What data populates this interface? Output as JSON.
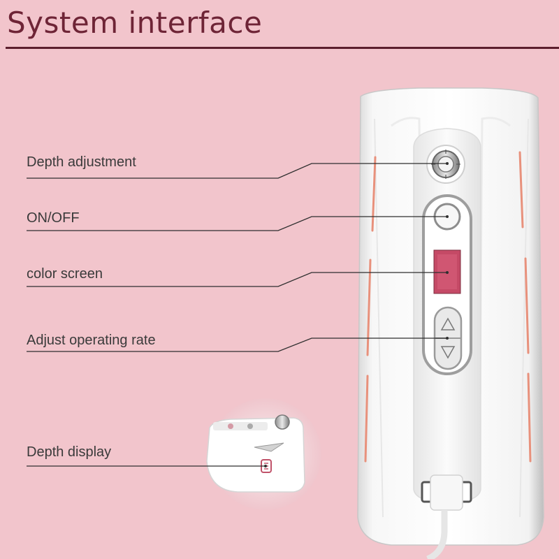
{
  "page": {
    "title": "System interface"
  },
  "callouts": [
    {
      "label": "Depth adjustment"
    },
    {
      "label": "ON/OFF"
    },
    {
      "label": "color screen"
    },
    {
      "label": "Adjust operating rate"
    },
    {
      "label": "Depth display"
    }
  ],
  "colors": {
    "background": "#f2c5cc",
    "title": "#6e2436",
    "accent_strip": "#e8917c",
    "device_body": "#ffffff",
    "screen": "#c54a66"
  }
}
